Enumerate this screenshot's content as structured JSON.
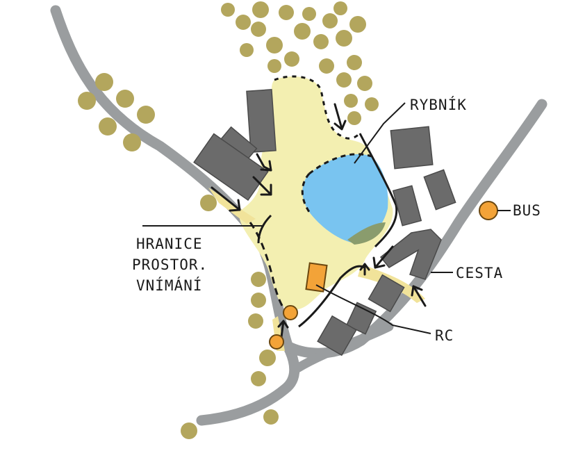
{
  "labels": {
    "pond": "RYBNÍK",
    "bus": "BUS",
    "road": "CESTA",
    "rc": "RC",
    "boundary_line1": "HRANICE",
    "boundary_line2": "PROSTOR.",
    "boundary_line3": "VNÍMÁNÍ"
  },
  "colors": {
    "road": "#9a9d9f",
    "space": "#f3efb1",
    "space_accent": "#f1e39a",
    "pond": "#79c4f0",
    "building": "#6b6b6b",
    "tree": "#b3a65d",
    "orange": "#f3a338",
    "ink": "#1a1a1a"
  }
}
